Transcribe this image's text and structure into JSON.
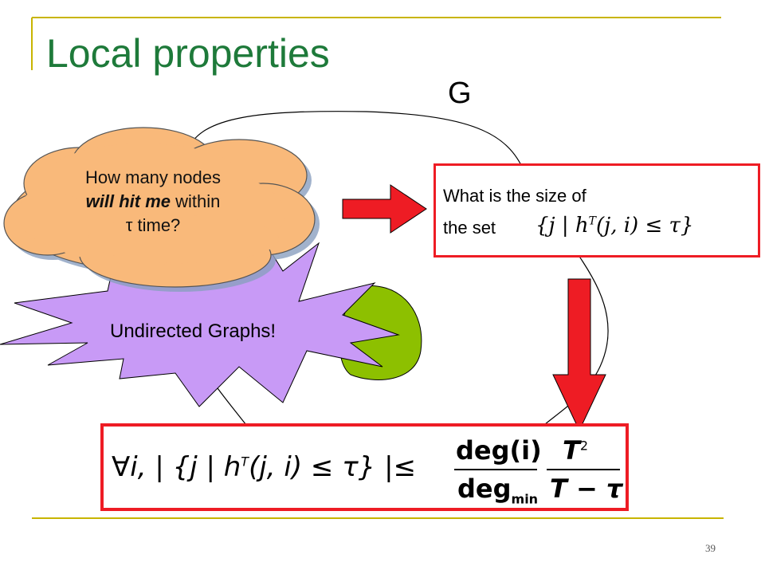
{
  "slide": {
    "title": "Local properties",
    "graph_label": "G",
    "cloud_line1": "How many nodes",
    "cloud_line2_bold": "will hit me",
    "cloud_line2_rest": " within",
    "cloud_line3": "τ time?",
    "question_line1": "What is the size of",
    "question_line2": "the set",
    "set_expression": "{j | h",
    "set_superscript": "T",
    "set_rest": "(j, i) ≤ τ}",
    "burst_text": "Undirected Graphs!",
    "formula": {
      "lhs_forall": "∀i, | {j | h",
      "lhs_super": "T",
      "lhs_rest": "(j, i) ≤ τ} |≤",
      "frac1_num": "deg(i)",
      "frac1_den": "deg",
      "frac1_den_sub": "min",
      "frac2_num": "T",
      "frac2_num_sup": "2",
      "frac2_den": "T − τ"
    },
    "page_number": "39"
  },
  "colors": {
    "title": "#1e7a3a",
    "accent_line": "#c8b400",
    "box_border": "#ee1c24",
    "arrow": "#ee1c24",
    "cloud_fill": "#f9b97a",
    "burst_fill": "#c89af6",
    "blob_fill": "#8dc000"
  }
}
